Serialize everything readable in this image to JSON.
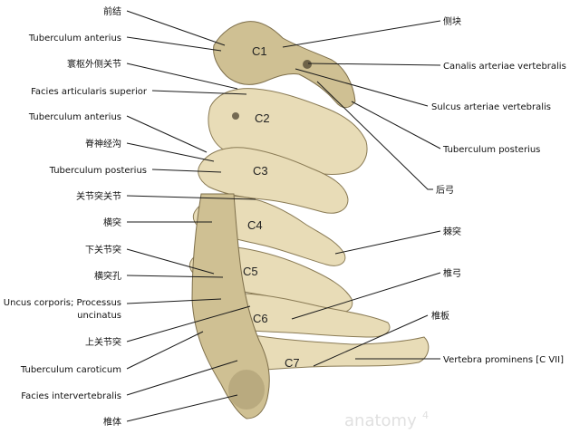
{
  "vertebrae": [
    "C1",
    "C2",
    "C3",
    "C4",
    "C5",
    "C6",
    "C7"
  ],
  "left_labels": [
    "前结",
    "Tuberculum anterius",
    "寰枢外侧关节",
    "Facies articularis superior",
    "Tuberculum anterius",
    "脊神经沟",
    "Tuberculum posterius",
    "关节突关节",
    "横突",
    "下关节突",
    "横突孔",
    "Uncus corporis; Processus",
    "uncinatus",
    "上关节突",
    "Tuberculum caroticum",
    "Facies intervertebralis",
    "椎体"
  ],
  "right_labels": [
    "侧块",
    "Canalis arteriae vertebralis",
    "Sulcus arteriae vertebralis",
    "Tuberculum posterius",
    "后弓",
    "棘突",
    "椎弓",
    "椎板",
    "Vertebra prominens [C VII]"
  ],
  "watermark": {
    "text": "anatomy",
    "superscript": "4"
  },
  "colors": {
    "bone": "#e8dcb7",
    "bone_shadow": "#a8986f",
    "leader_line": "#1a1a1a",
    "background": "#ffffff"
  }
}
